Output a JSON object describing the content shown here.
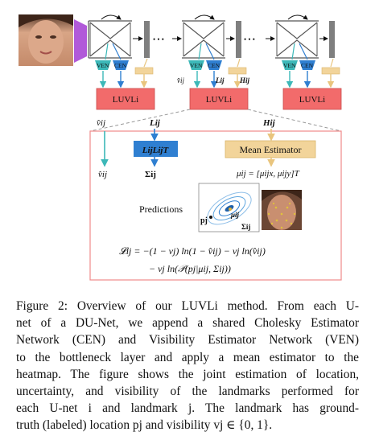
{
  "figure": {
    "ven_label": "VEN",
    "cen_label": "CEN",
    "ellipsis": "• • •",
    "luvli_label": "LUVLi",
    "v_hat_ij": "v̂ij",
    "L_ij": "Lij",
    "H_ij": "Hij",
    "LLT": "LijLijT",
    "sigma_ij": "Σij",
    "mean_estimator_label": "Mean Estimator",
    "mu_eq": "μij = [μijx, μijy]T",
    "predictions_label": "Predictions",
    "pj_label": "pj",
    "mu_label": "μij",
    "loss_line1": "𝓛ij = −(1 − vj) ln(1 − v̂ij) − vj ln(v̂ij)",
    "loss_line2": "− vj ln(𝒫(pj|μij, Σij))",
    "colors": {
      "purple": "#b15ad9",
      "teal": "#3cb8b8",
      "blue": "#2f7fd1",
      "tan": "#f2d49a",
      "luvli_fill": "#f26b6b",
      "panel_border": "#f08a8a",
      "gray_bar": "#7f7f7f"
    }
  },
  "caption": {
    "lines": [
      "Figure 2: Overview of our LUVLi method. From each U-",
      "net of a DU-Net, we append a shared Cholesky Estimator",
      "Network (CEN) and Visibility Estimator Network (VEN)",
      "to the bottleneck layer and apply a mean estimator to the",
      "heatmap. The figure shows the joint estimation of location,",
      "uncertainty, and visibility of the landmarks performed for",
      "each U-net i and landmark j. The landmark has ground-",
      "truth (labeled) location pj and visibility vj ∈ {0, 1}."
    ]
  }
}
